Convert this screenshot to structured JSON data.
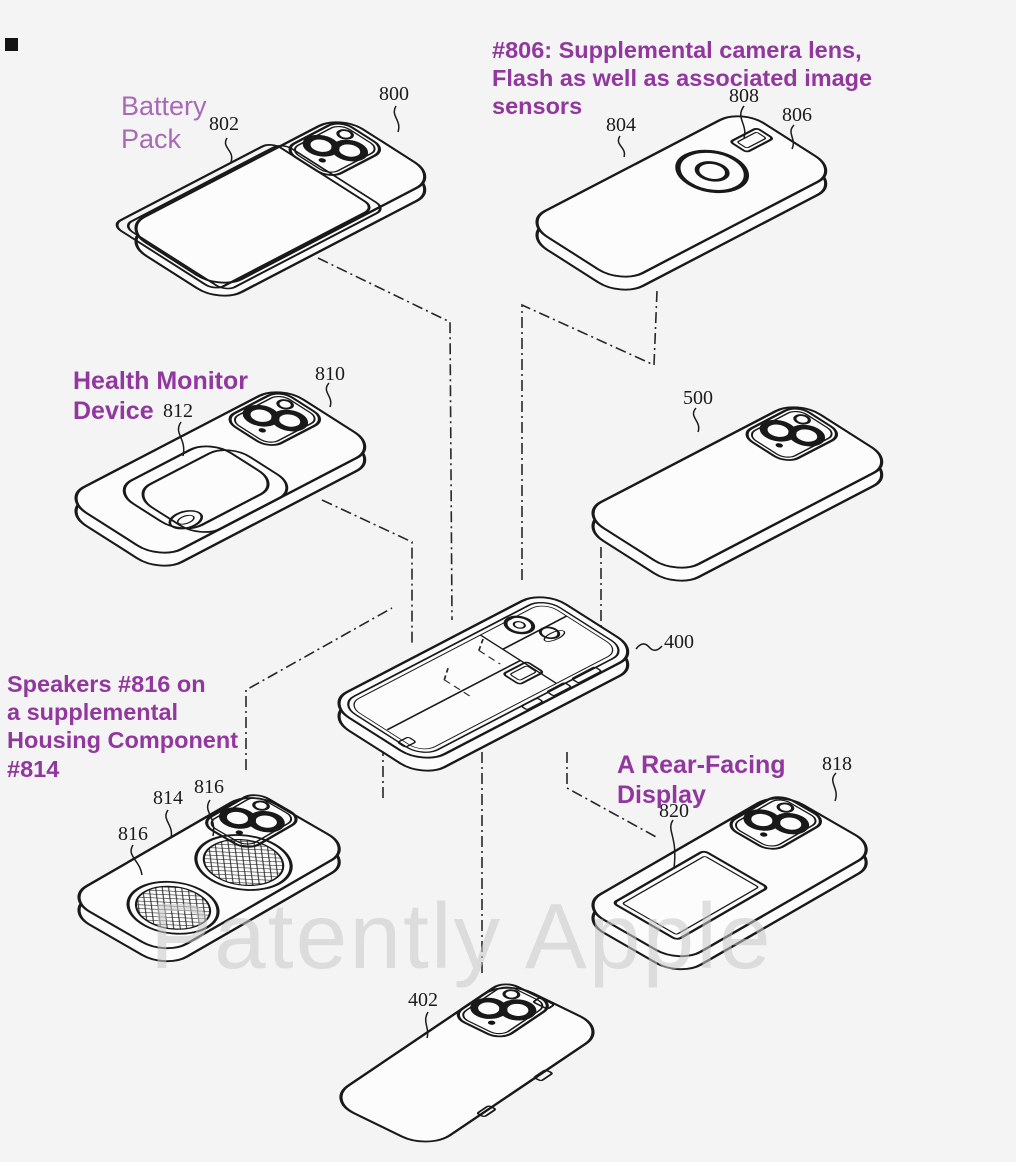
{
  "page": {
    "watermark": "Patently Apple"
  },
  "colors": {
    "background": "#f4f4f5",
    "annotation_bold": "#91379e",
    "annotation_light": "#a869b5",
    "line_art": "#19191a",
    "watermark": "#c9c9c9"
  },
  "annotations": {
    "battery": {
      "lines": [
        "Battery",
        "Pack"
      ]
    },
    "camera": {
      "lines": [
        "#806: Supplemental camera lens,",
        "Flash as well as associated image",
        "sensors"
      ]
    },
    "health": {
      "lines": [
        "Health Monitor",
        "Device"
      ]
    },
    "speakers": {
      "lines": [
        "Speakers #816 on",
        "a supplemental",
        "Housing Component",
        "#814"
      ]
    },
    "display": {
      "lines": [
        "A Rear-Facing",
        "Display"
      ]
    }
  },
  "part_labels": {
    "n800": "800",
    "n802": "802",
    "n804": "804",
    "n806": "806",
    "n808": "808",
    "n810": "810",
    "n812": "812",
    "n500": "500",
    "n400": "400",
    "n814": "814",
    "n816a": "816",
    "n816b": "816",
    "n818": "818",
    "n820": "820",
    "n402": "402"
  }
}
